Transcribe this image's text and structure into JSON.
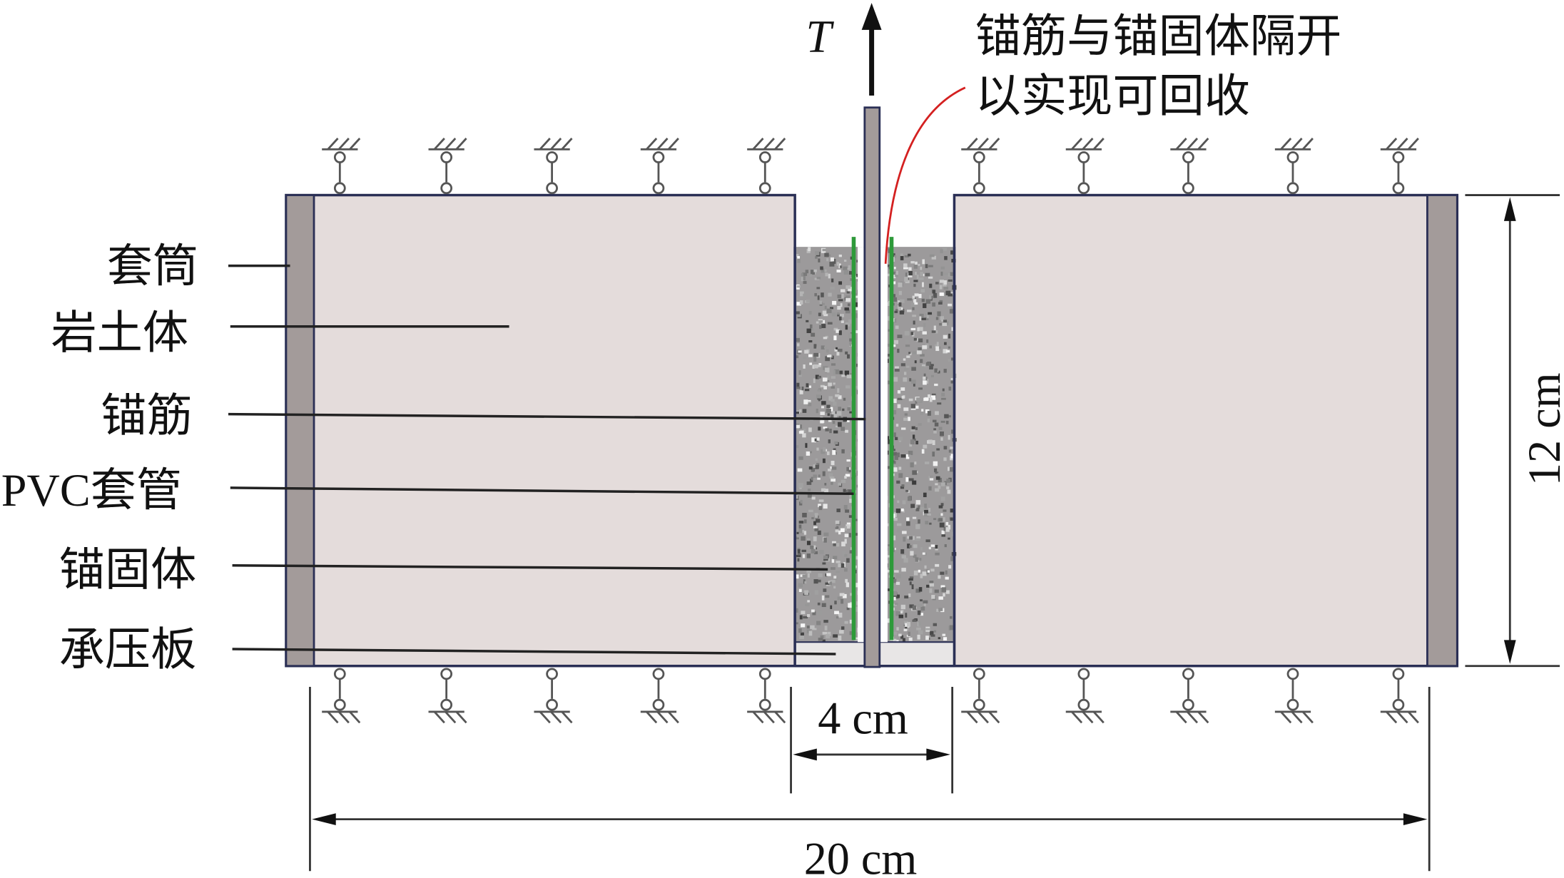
{
  "force_label": "T",
  "callout": {
    "line1": "锚筋与锚固体隔开",
    "line2": "以实现可回收"
  },
  "labels": {
    "sleeve": "套筒",
    "soil": "岩土体",
    "rod": "锚筋",
    "pvc": "PVC套管",
    "grout": "锚固体",
    "plate": "承压板"
  },
  "dimensions": {
    "height": "12 cm",
    "hole_width": "4 cm",
    "total_width": "20 cm"
  },
  "colors": {
    "soil": "#e4dcdb",
    "sleeve": "#a39b9a",
    "pvc": "#2e9a3a",
    "callout_line": "#d42020",
    "outline": "#2a2f55"
  }
}
